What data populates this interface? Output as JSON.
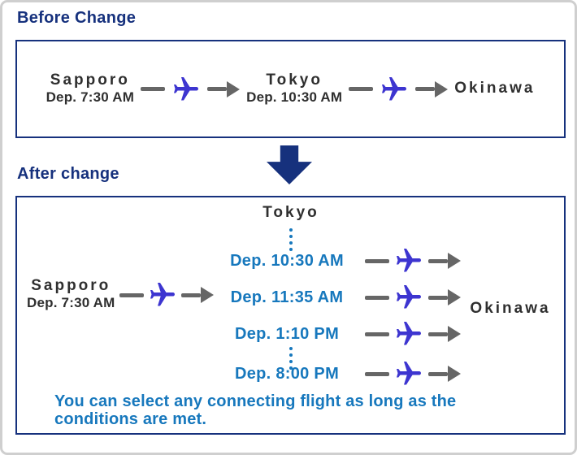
{
  "colors": {
    "navy": "#16317d",
    "blue": "#1778bd",
    "plane": "#3d35d0",
    "arrow_gray": "#666666",
    "text_dark": "#2f2f2f"
  },
  "before": {
    "title": "Before Change",
    "origin": {
      "name": "Sapporo",
      "time": "Dep. 7:30 AM"
    },
    "via": {
      "name": "Tokyo",
      "time": "Dep. 10:30 AM"
    },
    "destination": {
      "name": "Okinawa"
    }
  },
  "after": {
    "title": "After change",
    "origin": {
      "name": "Sapporo",
      "time": "Dep. 7:30 AM"
    },
    "hub": "Tokyo",
    "options": [
      "Dep. 10:30 AM",
      "Dep. 11:35 AM",
      "Dep. 1:10 PM",
      "Dep. 8:00 PM"
    ],
    "destination": "Okinawa",
    "note": "You can select any connecting flight as long as the conditions are met."
  }
}
